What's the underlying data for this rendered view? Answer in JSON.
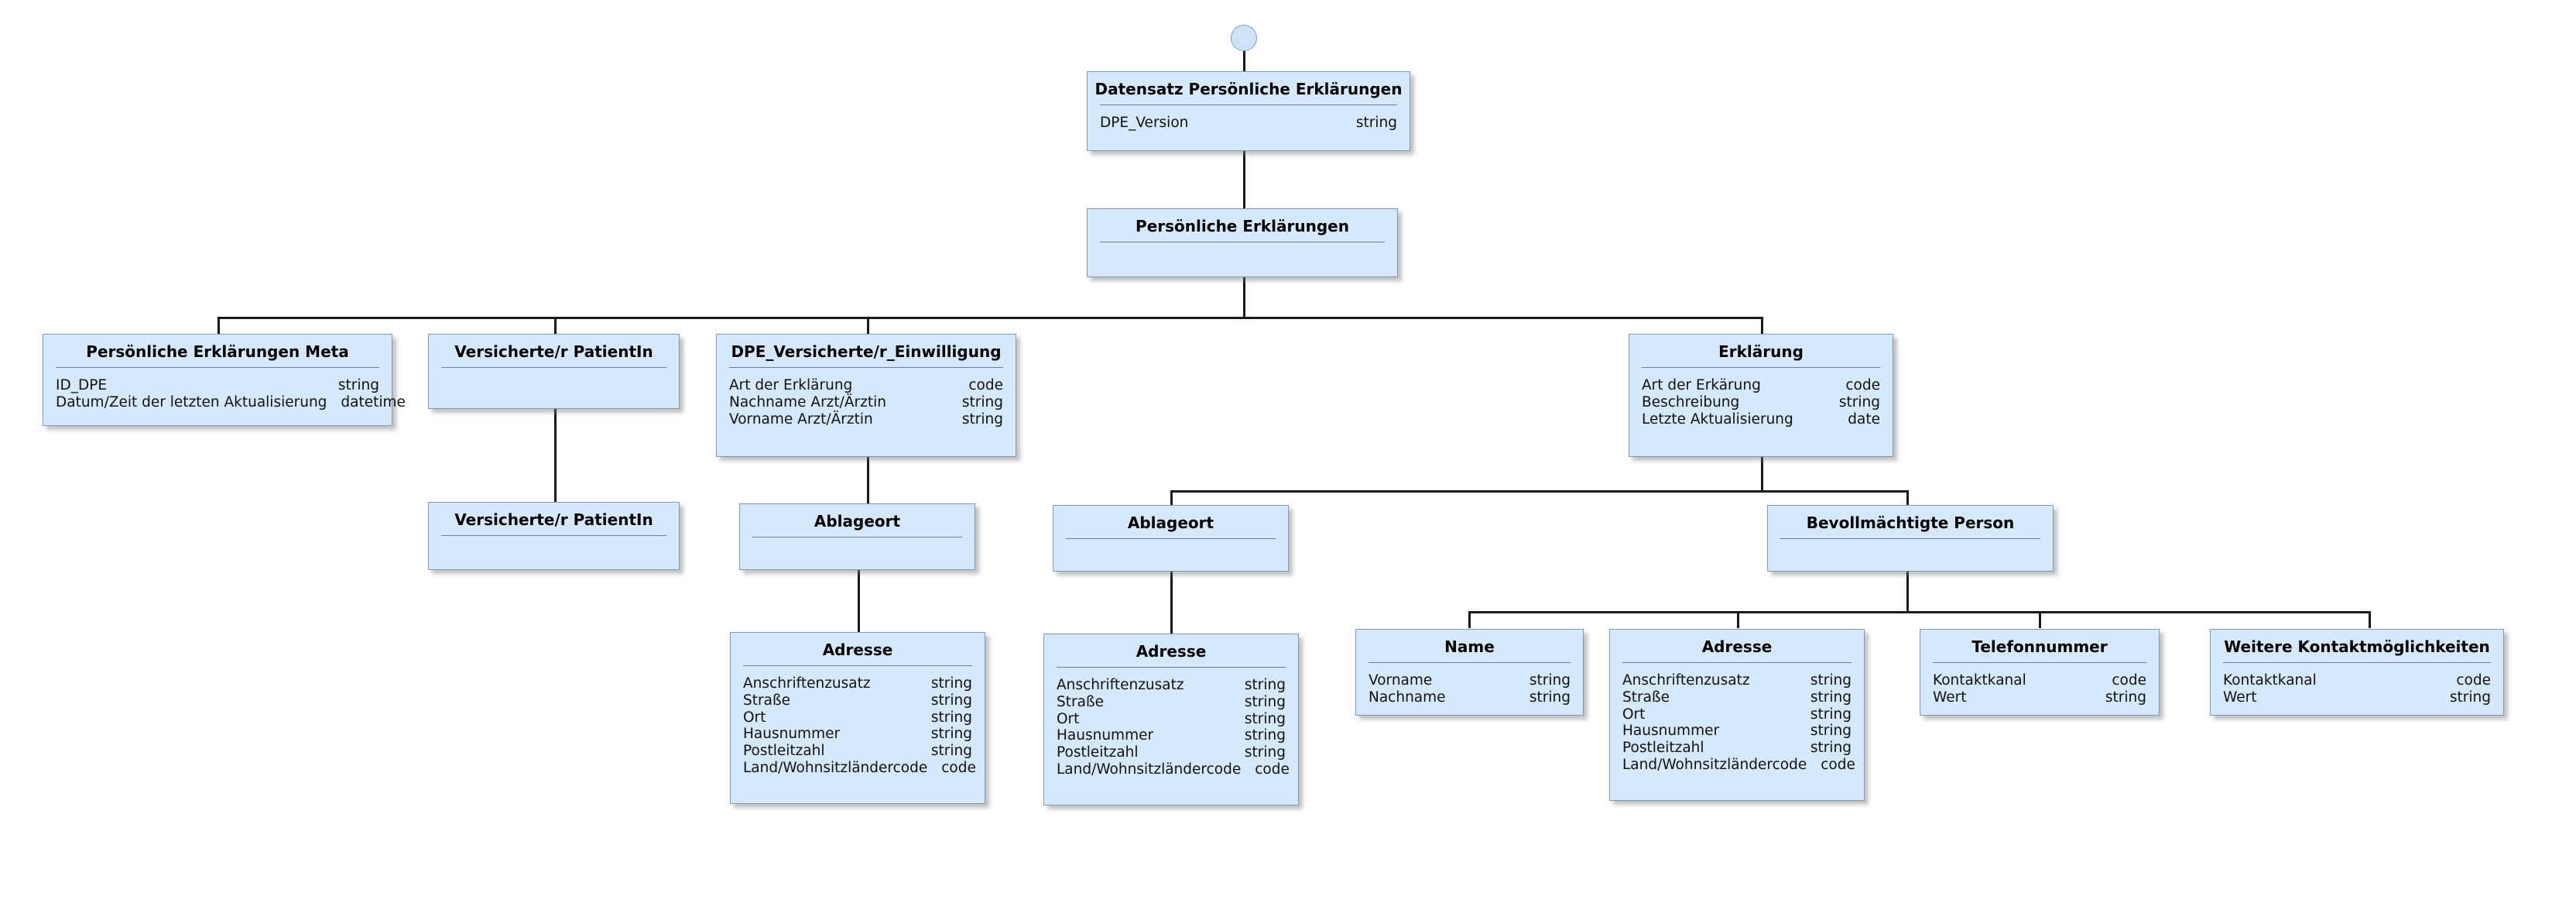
{
  "diagram": {
    "title": "Datensatz Persönliche Erklärungen",
    "type": "uml-class-tree",
    "language": "de",
    "colors": {
      "node_fill": "#d6e8fb",
      "node_border": "#7d9bba",
      "connector": "#1a1a1a",
      "separator": "#6f7f8f",
      "text": "#000000",
      "background": "#ffffff"
    }
  },
  "nodes": [
    {
      "id": "root",
      "title": "Datensatz Persönliche Erklärungen",
      "attributes": [
        {
          "name": "DPE_Version",
          "type": "string"
        }
      ]
    },
    {
      "id": "persoenliche-erklaerungen",
      "title": "Persönliche Erklärungen",
      "attributes": []
    },
    {
      "id": "persoenliche-erklaerungen-meta",
      "title": "Persönliche Erklärungen Meta",
      "attributes": [
        {
          "name": "ID_DPE",
          "type": "string"
        },
        {
          "name": "Datum/Zeit der letzten Aktualisierung",
          "type": "datetime"
        }
      ]
    },
    {
      "id": "versicherte-patientin-1",
      "title": "Versicherte/r PatientIn",
      "attributes": []
    },
    {
      "id": "dpe-versicherte-einwilligung",
      "title": "DPE_Versicherte/r_Einwilligung",
      "attributes": [
        {
          "name": "Art der Erklärung",
          "type": "code"
        },
        {
          "name": "Nachname Arzt/Ärztin",
          "type": "string"
        },
        {
          "name": "Vorname Arzt/Ärztin",
          "type": "string"
        }
      ]
    },
    {
      "id": "erklaerung",
      "title": "Erklärung",
      "attributes": [
        {
          "name": "Art der Erkärung",
          "type": "code"
        },
        {
          "name": "Beschreibung",
          "type": "string"
        },
        {
          "name": "Letzte Aktualisierung",
          "type": "date"
        }
      ]
    },
    {
      "id": "versicherte-patientin-2",
      "title": "Versicherte/r PatientIn",
      "attributes": []
    },
    {
      "id": "ablageort-1",
      "title": "Ablageort",
      "attributes": []
    },
    {
      "id": "ablageort-2",
      "title": "Ablageort",
      "attributes": []
    },
    {
      "id": "bevollmaechtigte-person",
      "title": "Bevollmächtigte Person",
      "attributes": []
    },
    {
      "id": "adresse-1",
      "title": "Adresse",
      "attributes": [
        {
          "name": "Anschriftenzusatz",
          "type": "string"
        },
        {
          "name": "Straße",
          "type": "string"
        },
        {
          "name": "Ort",
          "type": "string"
        },
        {
          "name": "Hausnummer",
          "type": "string"
        },
        {
          "name": "Postleitzahl",
          "type": "string"
        },
        {
          "name": "Land/Wohnsitzländercode",
          "type": "code"
        }
      ]
    },
    {
      "id": "adresse-2",
      "title": "Adresse",
      "attributes": [
        {
          "name": "Anschriftenzusatz",
          "type": "string"
        },
        {
          "name": "Straße",
          "type": "string"
        },
        {
          "name": "Ort",
          "type": "string"
        },
        {
          "name": "Hausnummer",
          "type": "string"
        },
        {
          "name": "Postleitzahl",
          "type": "string"
        },
        {
          "name": "Land/Wohnsitzländercode",
          "type": "code"
        }
      ]
    },
    {
      "id": "name",
      "title": "Name",
      "attributes": [
        {
          "name": "Vorname",
          "type": "string"
        },
        {
          "name": "Nachname",
          "type": "string"
        }
      ]
    },
    {
      "id": "adresse-3",
      "title": "Adresse",
      "attributes": [
        {
          "name": "Anschriftenzusatz",
          "type": "string"
        },
        {
          "name": "Straße",
          "type": "string"
        },
        {
          "name": "Ort",
          "type": "string"
        },
        {
          "name": "Hausnummer",
          "type": "string"
        },
        {
          "name": "Postleitzahl",
          "type": "string"
        },
        {
          "name": "Land/Wohnsitzländercode",
          "type": "code"
        }
      ]
    },
    {
      "id": "telefonnummer",
      "title": "Telefonnummer",
      "attributes": [
        {
          "name": "Kontaktkanal",
          "type": "code"
        },
        {
          "name": "Wert",
          "type": "string"
        }
      ]
    },
    {
      "id": "weitere-kontaktmoeglichkeiten",
      "title": "Weitere Kontaktmöglichkeiten",
      "attributes": [
        {
          "name": "Kontaktkanal",
          "type": "code"
        },
        {
          "name": "Wert",
          "type": "string"
        }
      ]
    }
  ]
}
